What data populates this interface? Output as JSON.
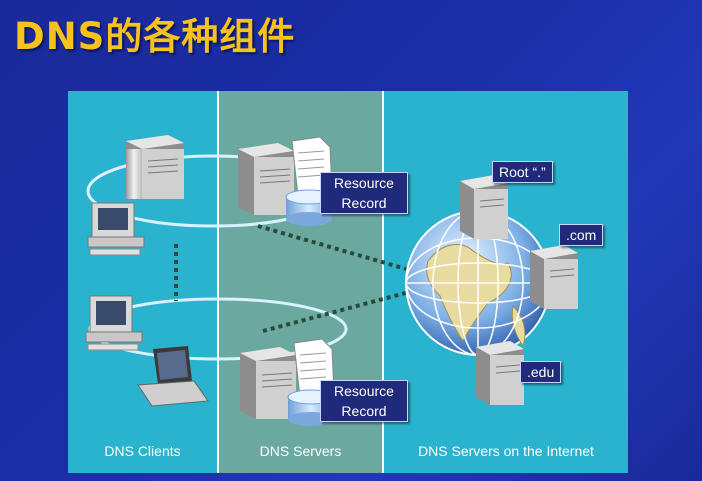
{
  "title": "DNS的各种组件",
  "panels": {
    "clients": "DNS Clients",
    "servers": "DNS Servers",
    "internet": "DNS Servers on the Internet"
  },
  "resource_record_top": {
    "line1": "Resource",
    "line2": "Record"
  },
  "resource_record_bottom": {
    "line1": "Resource",
    "line2": "Record"
  },
  "internet_servers": {
    "root": "Root “.”",
    "com": ".com",
    "edu": ".edu"
  },
  "colors": {
    "title": "#f7c21b",
    "panel_cyan": "#2ab3cf",
    "panel_green": "#6aa8a0",
    "tag_bg": "#1f2b7a"
  }
}
